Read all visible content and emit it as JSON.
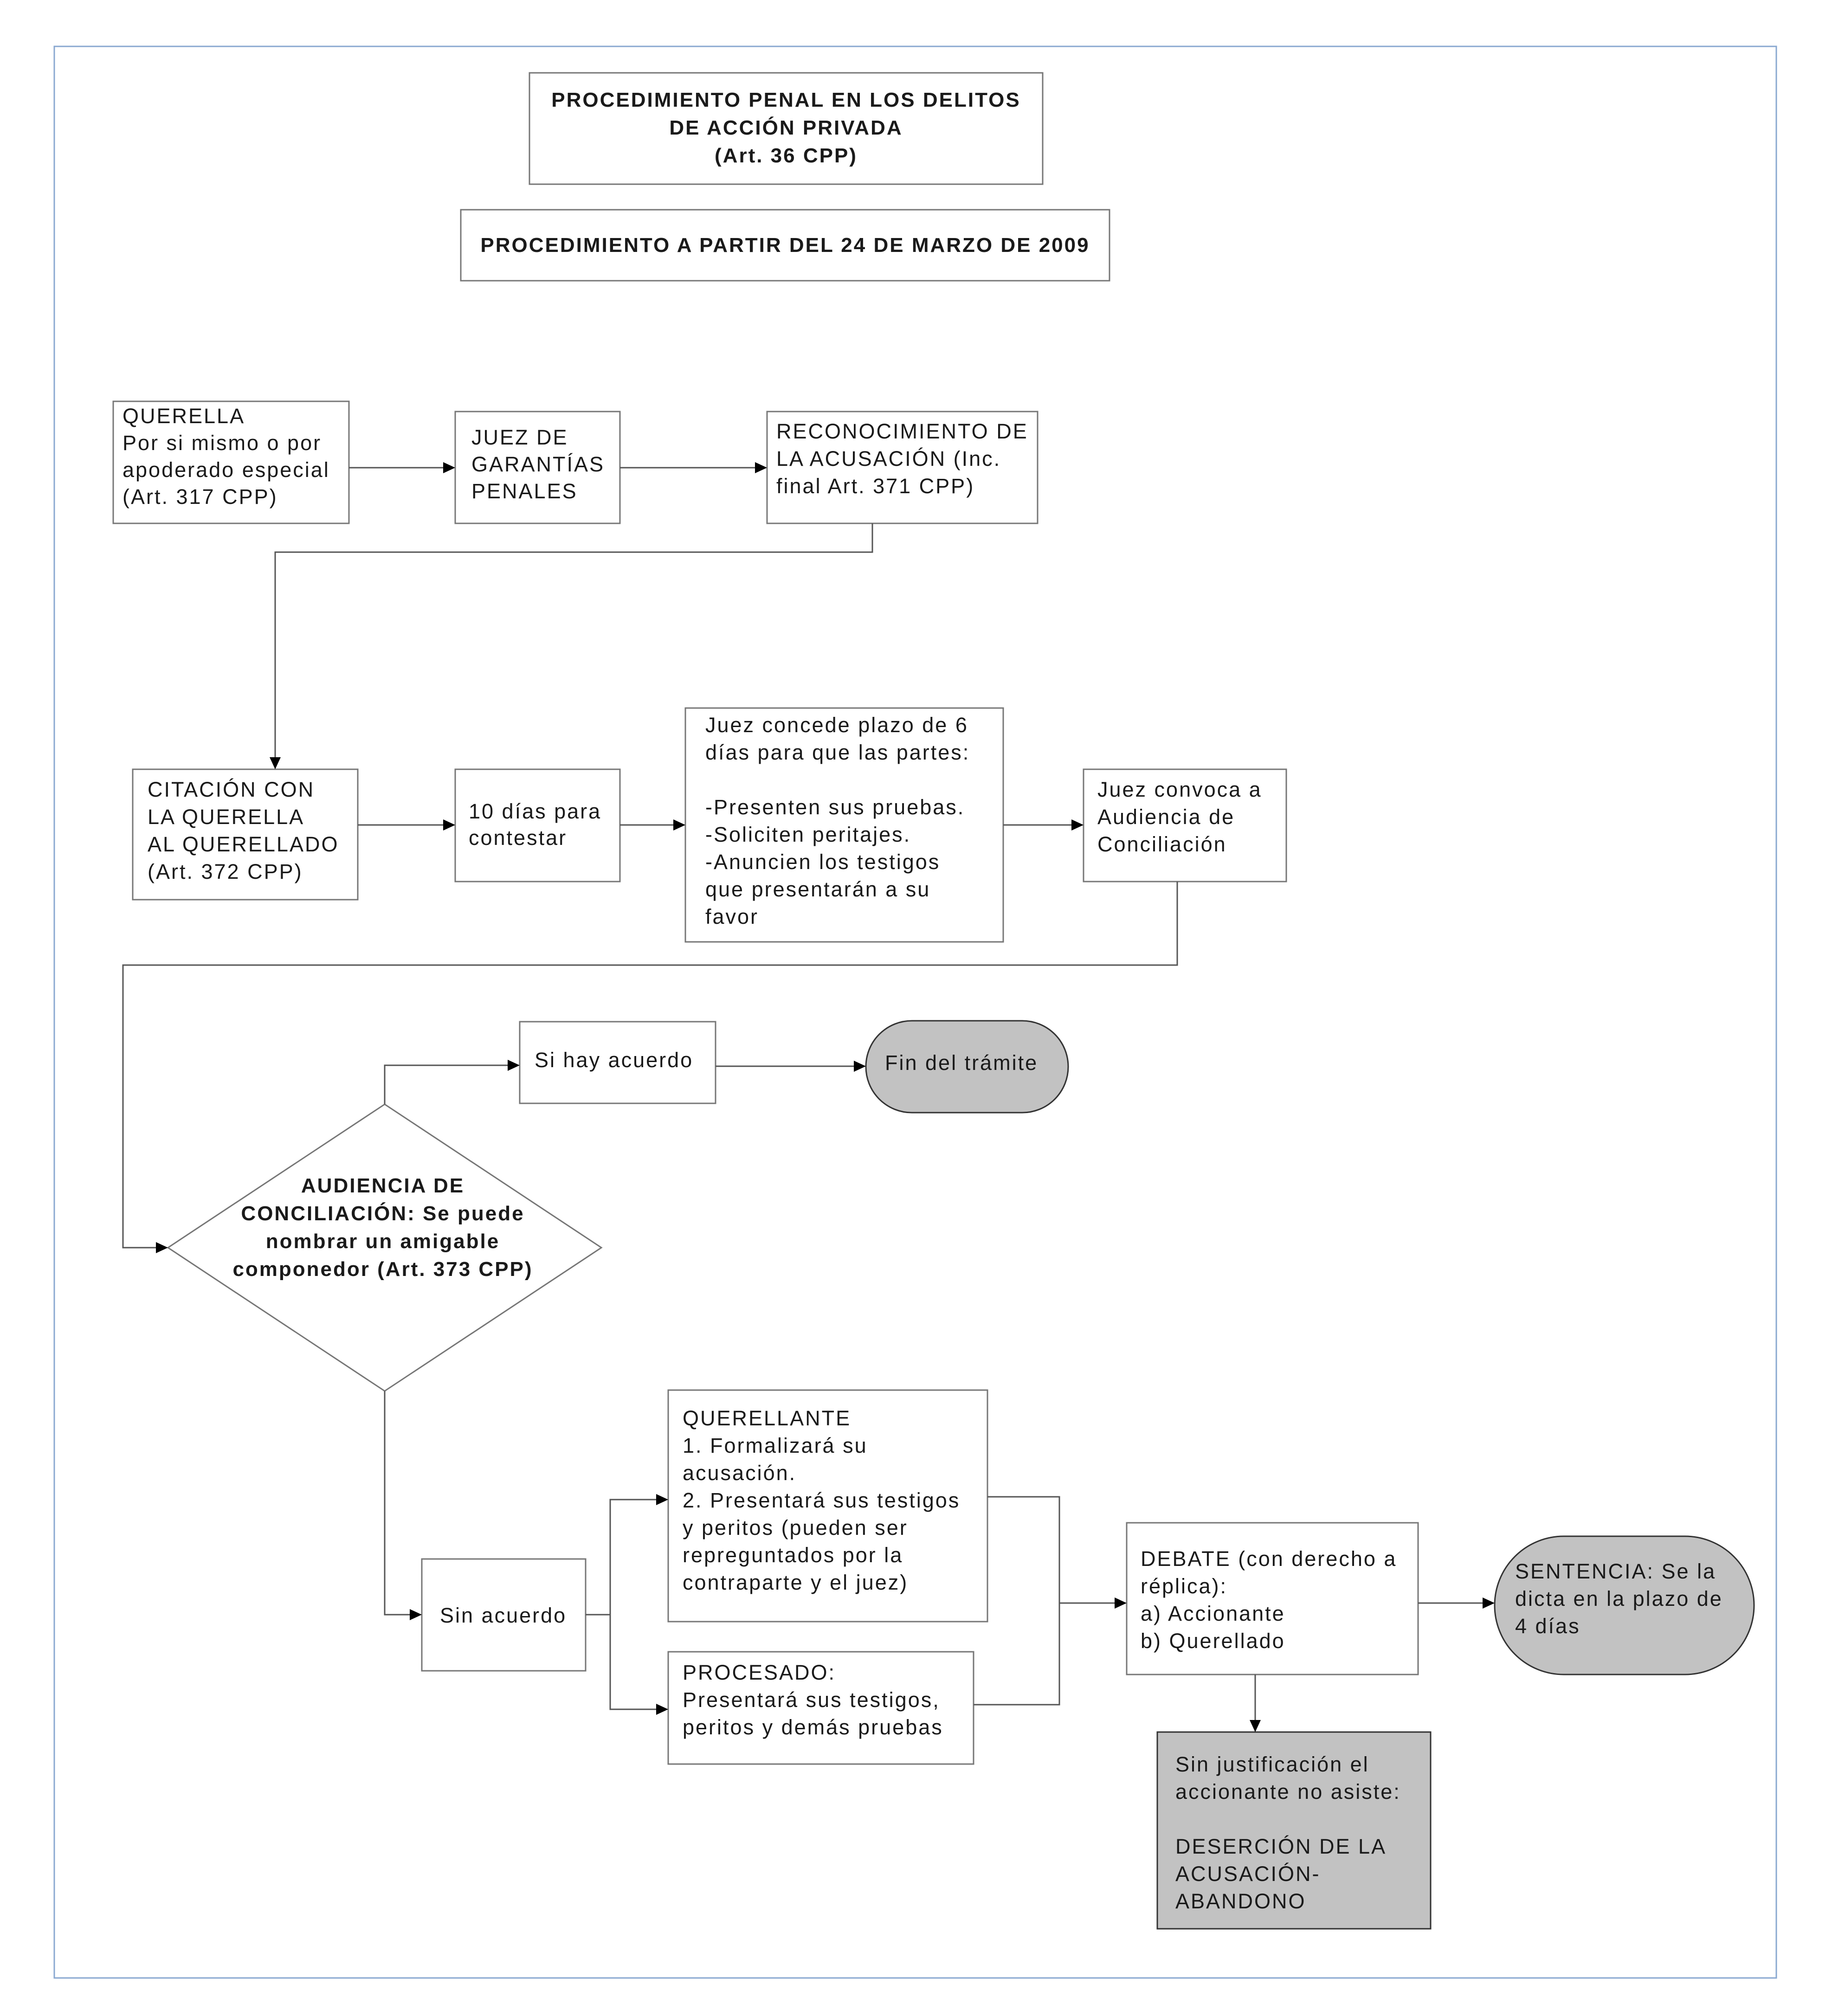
{
  "colors": {
    "frame": "#8aa8d0",
    "box_border": "#777777",
    "terminal_fill": "#c2c2c2",
    "text": "#1a1a1a"
  },
  "nodes": {
    "title_main": {
      "lines": [
        "PROCEDIMIENTO PENAL EN LOS DELITOS",
        "DE ACCIÓN PRIVADA",
        "(Art. 36 CPP)"
      ]
    },
    "title_date": {
      "lines": [
        "PROCEDIMIENTO A PARTIR DEL 24 DE MARZO DE 2009"
      ]
    },
    "querella": {
      "lines": [
        "QUERELLA",
        "Por si mismo o por",
        "apoderado especial",
        "(Art. 317 CPP)"
      ]
    },
    "juez_garantias": {
      "lines": [
        "JUEZ DE",
        "GARANTÍAS",
        "PENALES"
      ]
    },
    "reconocimiento": {
      "lines": [
        "RECONOCIMIENTO DE",
        "LA ACUSACIÓN (Inc.",
        "final Art. 371 CPP)"
      ]
    },
    "citacion": {
      "lines": [
        "CITACIÓN CON",
        "LA QUERELLA",
        "AL QUERELLADO",
        "(Art. 372 CPP)"
      ]
    },
    "diez_dias": {
      "lines": [
        "10 días para",
        "contestar"
      ]
    },
    "juez_plazo": {
      "lines": [
        "Juez concede plazo de 6",
        "días para que las partes:",
        "",
        "-Presenten sus pruebas.",
        "-Soliciten peritajes.",
        "-Anuncien los testigos",
        "que presentarán a su",
        "favor"
      ]
    },
    "juez_convoca": {
      "lines": [
        "Juez convoca a",
        "Audiencia de",
        "Conciliación"
      ]
    },
    "si_acuerdo": {
      "lines": [
        "Si hay acuerdo"
      ]
    },
    "fin_tramite": {
      "lines": [
        "Fin del trámite"
      ]
    },
    "audiencia": {
      "lines": [
        "AUDIENCIA DE",
        "CONCILIACIÓN: Se puede",
        "nombrar un amigable",
        "componedor (Art. 373 CPP)"
      ]
    },
    "sin_acuerdo": {
      "lines": [
        "Sin acuerdo"
      ]
    },
    "querellante": {
      "lines": [
        "QUERELLANTE",
        "1. Formalizará su",
        "acusación.",
        "2. Presentará sus testigos",
        "y peritos (pueden ser",
        "repreguntados por la",
        "contraparte y el juez)"
      ]
    },
    "procesado": {
      "lines": [
        "PROCESADO:",
        "Presentará sus testigos,",
        "peritos y demás pruebas"
      ]
    },
    "debate": {
      "lines": [
        "DEBATE (con derecho a",
        "réplica):",
        "a) Accionante",
        "b) Querellado"
      ]
    },
    "sentencia": {
      "lines": [
        "SENTENCIA: Se la",
        "dicta en la plazo de",
        "4 días"
      ]
    },
    "desercion": {
      "lines": [
        "Sin justificación el",
        "accionante no asiste:",
        "",
        "DESERCIÓN DE LA",
        "ACUSACIÓN-",
        "ABANDONO"
      ]
    }
  }
}
